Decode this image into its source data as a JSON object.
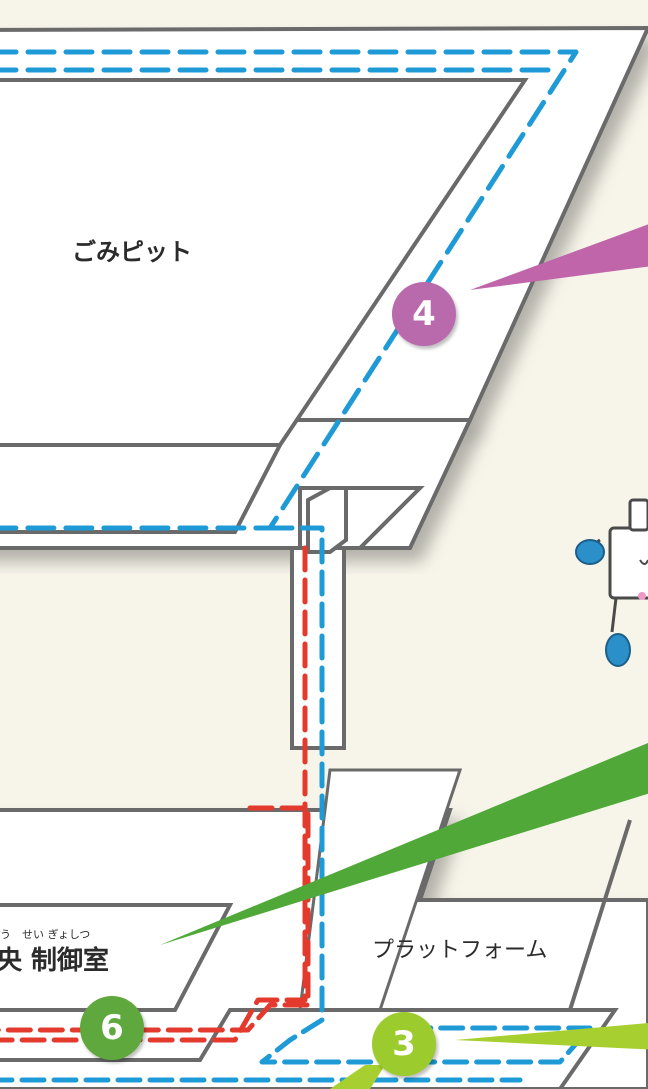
{
  "labels": {
    "garbage_pit": "ごみピット",
    "control_room_partial": "央 制御室",
    "control_room_ruby": "う　せい ぎょしつ",
    "platform": "プラットフォーム"
  },
  "badges": [
    {
      "key": "four",
      "number": "4",
      "color": "#b86aac"
    },
    {
      "key": "six",
      "number": "6",
      "color": "#5fa83e"
    },
    {
      "key": "three",
      "number": "3",
      "color": "#9ccb2e"
    }
  ],
  "colors": {
    "background": "#f7f5ea",
    "floor": "#fbfaf3",
    "outline": "#6a6a6a",
    "route_blue": "#1e9ad6",
    "route_red": "#e43a2e",
    "pointer_magenta": "#c065a9",
    "pointer_green": "#4fa838",
    "pointer_lime": "#a6cf2f",
    "mascot_blue": "#2b8fc9"
  },
  "icons": [
    "robot-mascot-icon"
  ]
}
